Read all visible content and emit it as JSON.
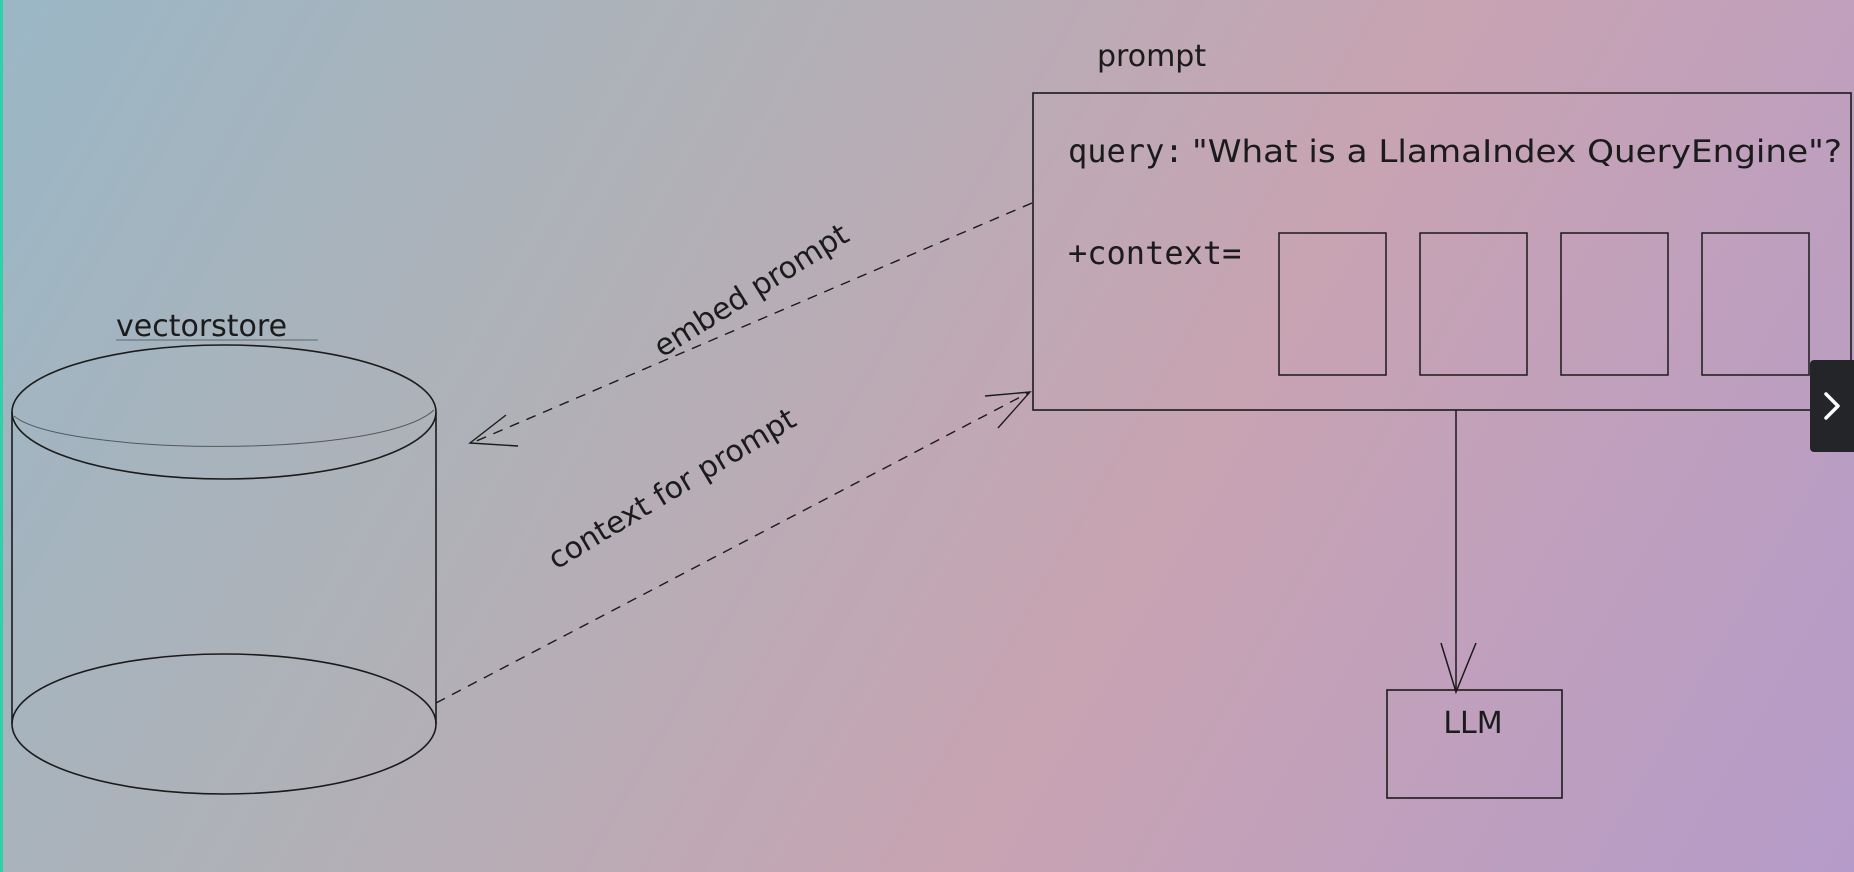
{
  "diagram": {
    "vectorstore_label": "vectorstore",
    "prompt_label": "prompt",
    "query_key": "query:",
    "query_value": "\"What is a LlamaIndex QueryEngine\"?",
    "context_key": "+context=",
    "embed_edge_label": "embed prompt",
    "context_edge_label": "context for prompt",
    "llm_label": "LLM"
  },
  "navigation": {
    "next_icon": "chevron-right-icon"
  },
  "colors": {
    "accent_strip": "#2fd1a8",
    "ink": "#1b1b1b",
    "nav_button_bg": "#232529"
  }
}
